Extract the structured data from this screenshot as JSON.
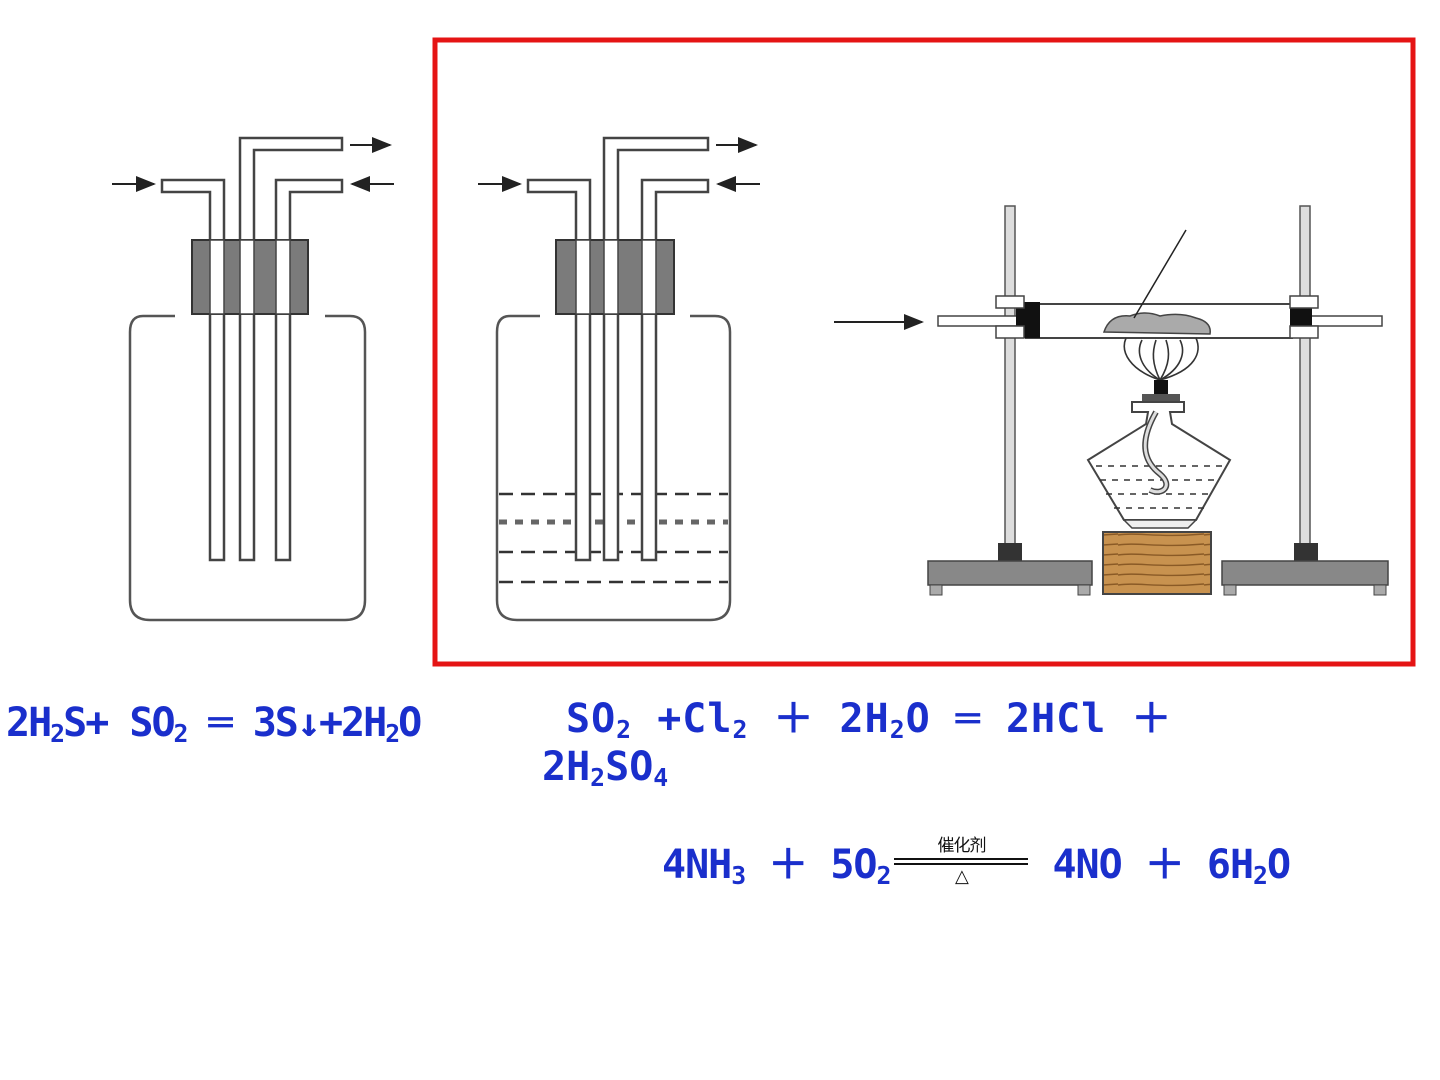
{
  "colors": {
    "frame": "#e51414",
    "equation_text": "#1a2fcc",
    "stopper": "#7b7b7b",
    "stand_base": "#888888",
    "wood_block": "#c8924f"
  },
  "equations": {
    "eq1": [
      "2H",
      "2",
      "S+ SO",
      "2",
      " ═ 3S↓+2H",
      "2",
      "O"
    ],
    "eq2_line1": [
      "SO",
      "2",
      " +Cl",
      "2",
      "  ＋  2H",
      "2",
      "O  ═  2HCl  ＋"
    ],
    "eq2_line2": [
      "2H",
      "2",
      "SO",
      "4"
    ],
    "eq3_left": [
      "4NH",
      "3",
      " ＋ 5O",
      "2"
    ],
    "eq3_condition_top": "催化剂",
    "eq3_condition_bottom": "△",
    "eq3_right": [
      "4NO ＋ 6H",
      "2",
      "O"
    ]
  }
}
